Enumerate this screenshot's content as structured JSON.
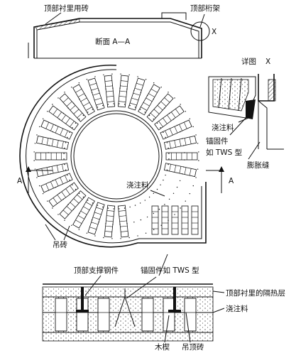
{
  "section_view": {
    "top_lining_brick": "顶部衬里用砖",
    "top_truss": "顶部桁架",
    "section_title": "断面 A—A",
    "detail_marker": "X"
  },
  "detail_view": {
    "title": "详图",
    "marker": "X",
    "castable": "浇注料",
    "anchor": "锚固件",
    "anchor_type": "如 TWS 型",
    "expansion_joint": "膨胀缝"
  },
  "plan_view": {
    "section_mark_left": "A",
    "section_mark_right": "A",
    "castable": "浇注料",
    "hanging_brick": "吊砖"
  },
  "bottom_view": {
    "top_support_steel": "顶部支撑钢件",
    "anchor_tws": "锚固件如 TWS 型",
    "top_lining_insulation": "顶部衬里的隔热层",
    "castable": "浇注料",
    "wood_wedge": "木楔",
    "hanging_roof_brick": "吊顶砖"
  }
}
